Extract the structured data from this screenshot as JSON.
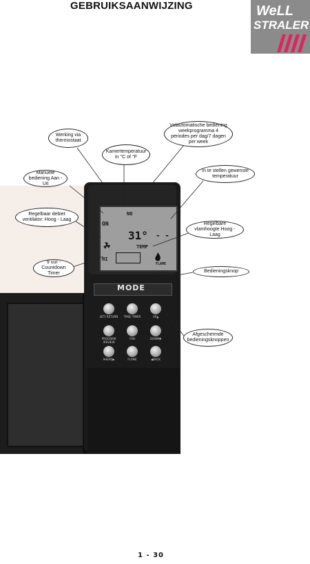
{
  "header": {
    "title": "GEBRUIKSAANWIJZING",
    "logo_line1": "WeLL",
    "logo_line2": "STRALER"
  },
  "lcd": {
    "no": "NO",
    "on": "ON",
    "digits": "31°",
    "dashes": "- -",
    "temp": "TEMP",
    "hi": "HI",
    "flame": "FLAME"
  },
  "remote": {
    "mode": "MODE",
    "buttons": [
      {
        "label": "SET/ RETURN"
      },
      {
        "label": "TIME/ TIMER"
      },
      {
        "label": "UP▲"
      },
      {
        "label": "PROGRAM /REVIEW"
      },
      {
        "label": "FAN"
      },
      {
        "label": "DOWN▼"
      },
      {
        "label": "AHEAD▶"
      },
      {
        "label": "FLAME"
      },
      {
        "label": "◀BACK"
      }
    ]
  },
  "callouts": {
    "thermostat": "Werking via thermostaat",
    "weekprogram": "Volautomatische bediening weekprogramma 4 periodes per dag/7 dagen per week",
    "room_temp": "Kamertemperatuur in °C of °F",
    "manual": "Manuele bediening Aan - Uit",
    "set_temp": "In te stellen gewenste temperatuur",
    "fan": "Regelbaar debiet ventilator: Hoog - Laag",
    "flame": "Regelbare vlamhoogte Hoog - Laag",
    "timer": "9 uur - Countdown Timer",
    "control_knob": "Bedieningsknop",
    "shielded": "Afgeschermde bedieningsknoppen"
  },
  "footer": {
    "page": "1 - 30"
  }
}
